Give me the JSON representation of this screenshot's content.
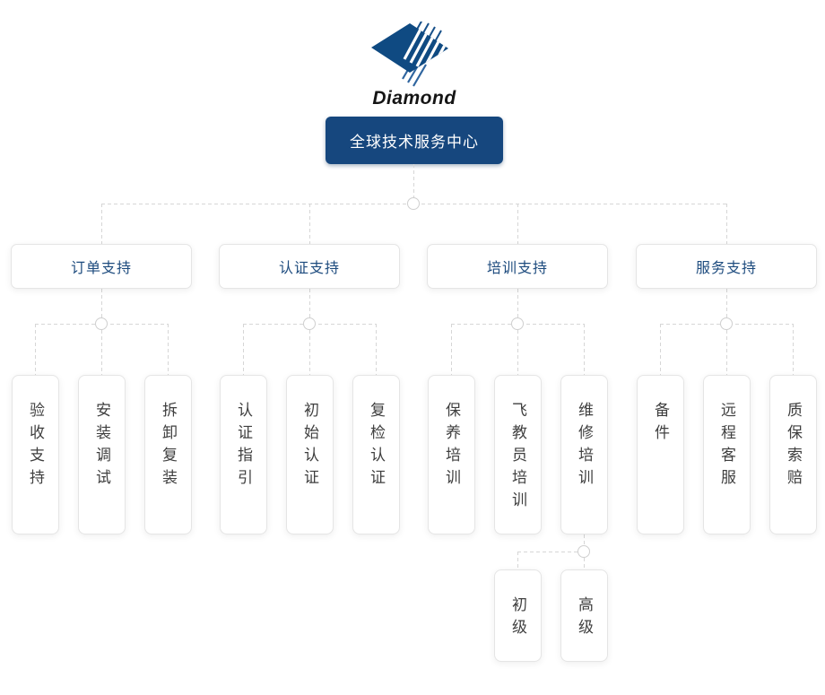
{
  "logo": {
    "brand": "Diamond",
    "icon": "diamond-stripes-logo"
  },
  "colors": {
    "primary_blue": "#16477e",
    "branch_text_blue": "#1d4b7e",
    "leaf_text_gray": "#3f3f3f",
    "connector_gray": "#d6d6d6"
  },
  "root": {
    "label": "全球技术服务中心"
  },
  "branches": [
    {
      "label": "订单支持",
      "children": [
        {
          "label": "验收支持"
        },
        {
          "label": "安装调试"
        },
        {
          "label": "拆卸复装"
        }
      ]
    },
    {
      "label": "认证支持",
      "children": [
        {
          "label": "认证指引"
        },
        {
          "label": "初始认证"
        },
        {
          "label": "复检认证"
        }
      ]
    },
    {
      "label": "培训支持",
      "children": [
        {
          "label": "保养培训"
        },
        {
          "label": "飞教员培训"
        },
        {
          "label": "维修培训",
          "children": [
            {
              "label": "初级"
            },
            {
              "label": "高级"
            }
          ]
        }
      ]
    },
    {
      "label": "服务支持",
      "children": [
        {
          "label": "备件"
        },
        {
          "label": "远程客服"
        },
        {
          "label": "质保索赔"
        }
      ]
    }
  ]
}
